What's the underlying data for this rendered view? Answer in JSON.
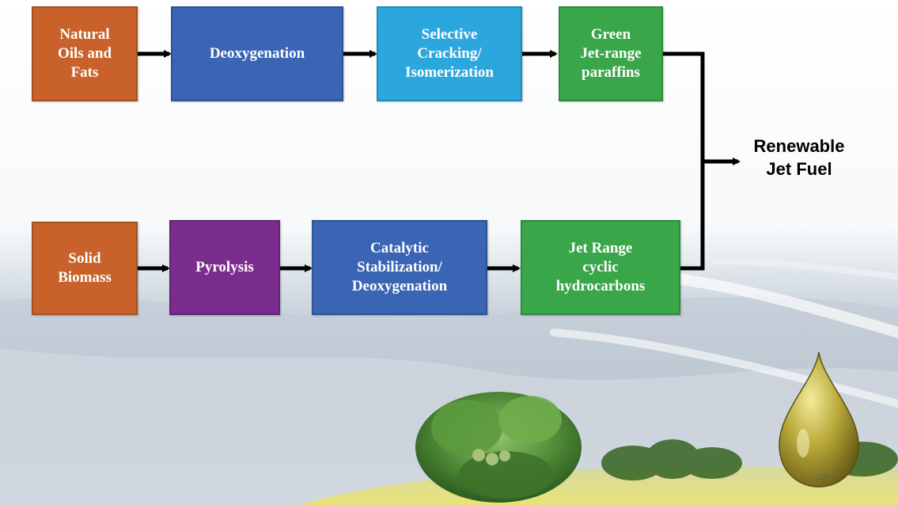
{
  "colors": {
    "orange": "#c8622a",
    "blue": "#3a64b4",
    "cyan": "#2ca7de",
    "green": "#3aa64a",
    "purple": "#7b2d8e",
    "arrow": "#000000"
  },
  "top_row": {
    "input": "Natural\nOils and\nFats",
    "step1": "Deoxygenation",
    "step2": "Selective\nCracking/\nIsomerization",
    "product": "Green\nJet-range\nparaffins"
  },
  "bottom_row": {
    "input": "Solid\nBiomass",
    "step1": "Pyrolysis",
    "step2": "Catalytic\nStabilization/\nDeoxygenation",
    "product": "Jet Range\ncyclic\nhydrocarbons"
  },
  "output": "Renewable\nJet Fuel",
  "background": {
    "illustration": [
      "sky",
      "jet-contrails",
      "plant-foliage",
      "fuel-droplet",
      "tree-line",
      "field"
    ],
    "watermark": "UOP 4"
  }
}
